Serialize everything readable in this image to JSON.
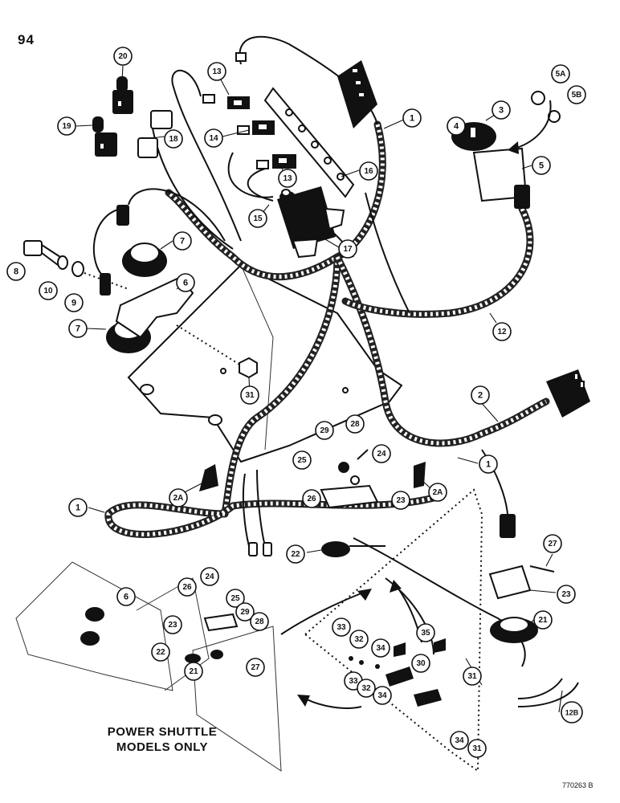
{
  "page": {
    "number": "94",
    "caption_line1": "POWER SHUTTLE",
    "caption_line2": "MODELS ONLY",
    "drawing_number": "770263 B"
  },
  "callouts": [
    {
      "id": "20",
      "label": "20"
    },
    {
      "id": "19",
      "label": "19"
    },
    {
      "id": "18",
      "label": "18"
    },
    {
      "id": "13a",
      "label": "13"
    },
    {
      "id": "14",
      "label": "14"
    },
    {
      "id": "13b",
      "label": "13"
    },
    {
      "id": "16",
      "label": "16"
    },
    {
      "id": "15",
      "label": "15"
    },
    {
      "id": "17",
      "label": "17"
    },
    {
      "id": "1a",
      "label": "1"
    },
    {
      "id": "3",
      "label": "3"
    },
    {
      "id": "4",
      "label": "4"
    },
    {
      "id": "5",
      "label": "5"
    },
    {
      "id": "5A",
      "label": "5A"
    },
    {
      "id": "5B",
      "label": "5B"
    },
    {
      "id": "7a",
      "label": "7"
    },
    {
      "id": "8",
      "label": "8"
    },
    {
      "id": "10",
      "label": "10"
    },
    {
      "id": "9",
      "label": "9"
    },
    {
      "id": "6a",
      "label": "6"
    },
    {
      "id": "7b",
      "label": "7"
    },
    {
      "id": "12",
      "label": "12"
    },
    {
      "id": "31a",
      "label": "31"
    },
    {
      "id": "2",
      "label": "2"
    },
    {
      "id": "1b",
      "label": "1"
    },
    {
      "id": "29a",
      "label": "29"
    },
    {
      "id": "28a",
      "label": "28"
    },
    {
      "id": "25a",
      "label": "25"
    },
    {
      "id": "24a",
      "label": "24"
    },
    {
      "id": "26a",
      "label": "26"
    },
    {
      "id": "23a",
      "label": "23"
    },
    {
      "id": "2Aa",
      "label": "2A"
    },
    {
      "id": "1c",
      "label": "1"
    },
    {
      "id": "2Ab",
      "label": "2A"
    },
    {
      "id": "22a",
      "label": "22"
    },
    {
      "id": "27a",
      "label": "27"
    },
    {
      "id": "23b",
      "label": "23"
    },
    {
      "id": "21a",
      "label": "21"
    },
    {
      "id": "6b",
      "label": "6"
    },
    {
      "id": "26b",
      "label": "26"
    },
    {
      "id": "24b",
      "label": "24"
    },
    {
      "id": "25b",
      "label": "25"
    },
    {
      "id": "29b",
      "label": "29"
    },
    {
      "id": "23c",
      "label": "23"
    },
    {
      "id": "28b",
      "label": "28"
    },
    {
      "id": "22b",
      "label": "22"
    },
    {
      "id": "21b",
      "label": "21"
    },
    {
      "id": "27b",
      "label": "27"
    },
    {
      "id": "33a",
      "label": "33"
    },
    {
      "id": "32a",
      "label": "32"
    },
    {
      "id": "34a",
      "label": "34"
    },
    {
      "id": "35",
      "label": "35"
    },
    {
      "id": "30",
      "label": "30"
    },
    {
      "id": "33b",
      "label": "33"
    },
    {
      "id": "32b",
      "label": "32"
    },
    {
      "id": "34b",
      "label": "34"
    },
    {
      "id": "31b",
      "label": "31"
    },
    {
      "id": "34c",
      "label": "34"
    },
    {
      "id": "31c",
      "label": "31"
    },
    {
      "id": "12B",
      "label": "12B"
    }
  ]
}
